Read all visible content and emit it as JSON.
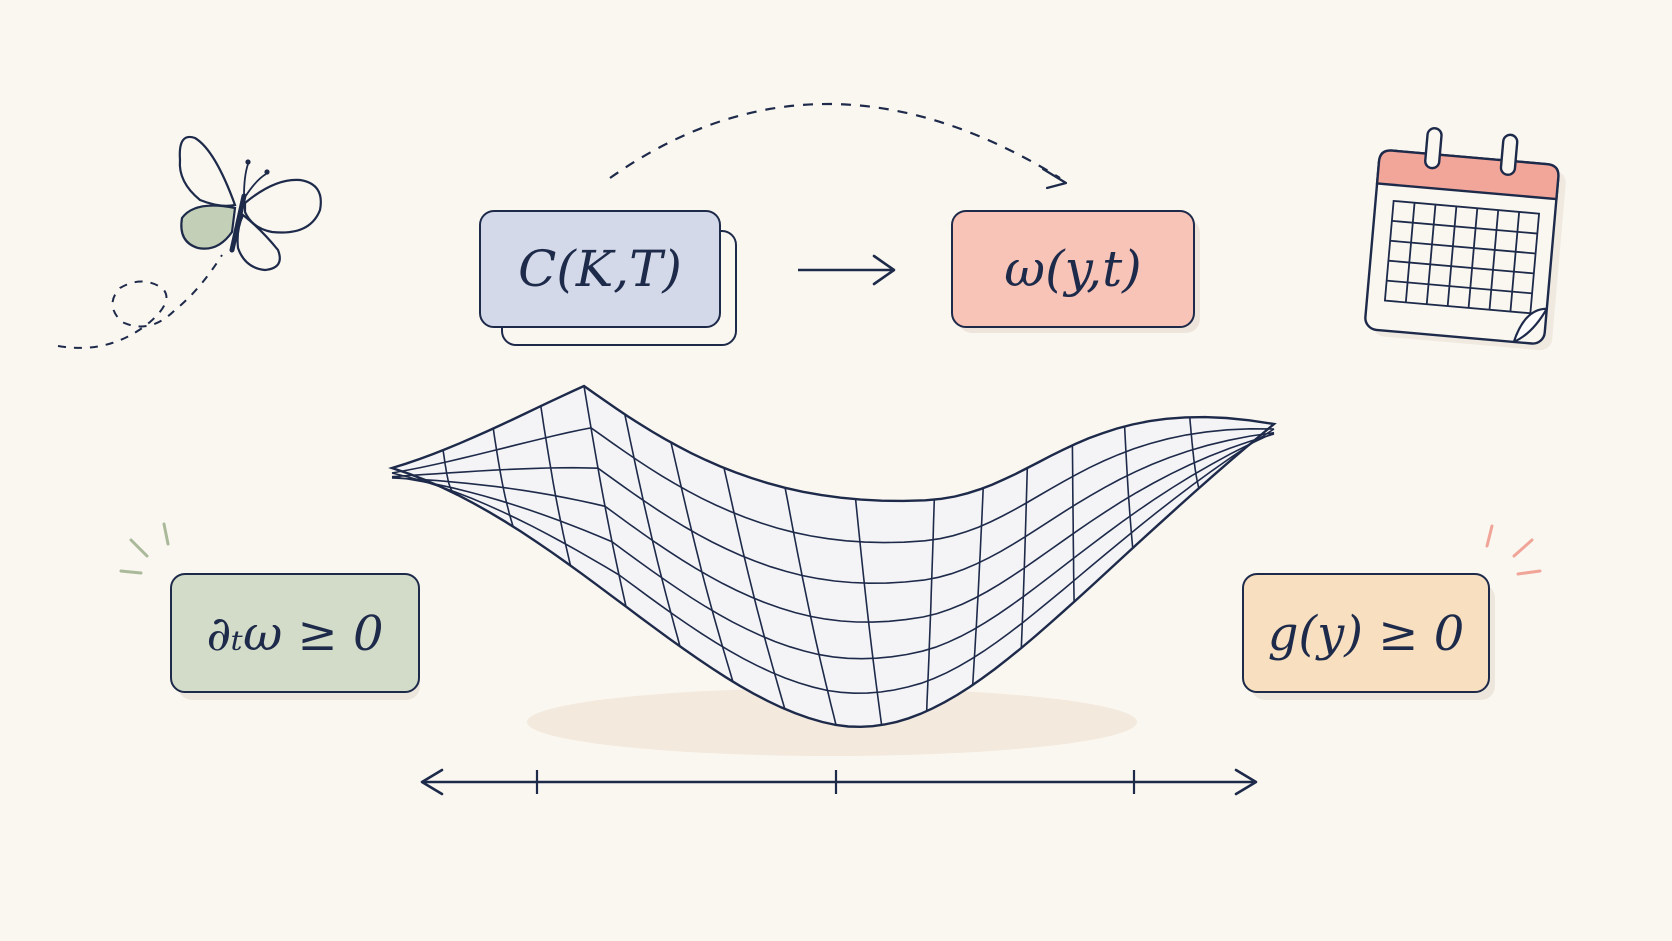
{
  "formulas": {
    "price": "C(K,T)",
    "variance": "ω(y,t)",
    "calendar_condition": "∂ₜω ≥ 0",
    "butterfly_condition": "g(y) ≥ 0"
  },
  "colors": {
    "background": "#faf7f1",
    "ink": "#1e2a4a",
    "price_box": "#d3d9e8",
    "variance_box": "#f8c4b8",
    "calendar_box": "#d3dcc8",
    "butterfly_box": "#f7dfc0",
    "calendar_header": "#f2a69a",
    "butterfly_wing": "#c3cfb7",
    "spark_green": "#a9b99a",
    "spark_red": "#f0a598"
  },
  "icons": {
    "top_left": "butterfly-icon",
    "top_right": "calendar-icon"
  }
}
